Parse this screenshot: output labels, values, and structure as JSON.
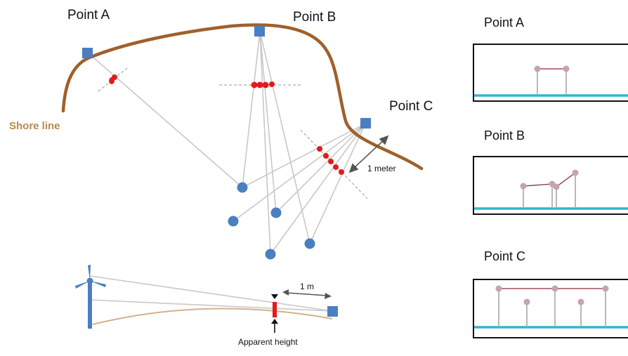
{
  "labels": {
    "point_a": "Point A",
    "point_b": "Point B",
    "point_c": "Point C",
    "shore_line": "Shore line",
    "one_meter": "1 meter",
    "one_m": "1 m",
    "apparent_height": "Apparent height"
  },
  "panels": [
    {
      "title": "Point A"
    },
    {
      "title": "Point B"
    },
    {
      "title": "Point C"
    }
  ],
  "colors": {
    "shore": "#a0602a",
    "shore_text": "#b9884f",
    "camera": "#4a7fc1",
    "turbine": "#4a7fc1",
    "observation": "#e21b1b",
    "sightline": "#c8c8c8",
    "water": "#33b6cf",
    "pole": "#b8b8b8",
    "pole_head": "#c4a4ad",
    "link": "#8a2a3a"
  }
}
